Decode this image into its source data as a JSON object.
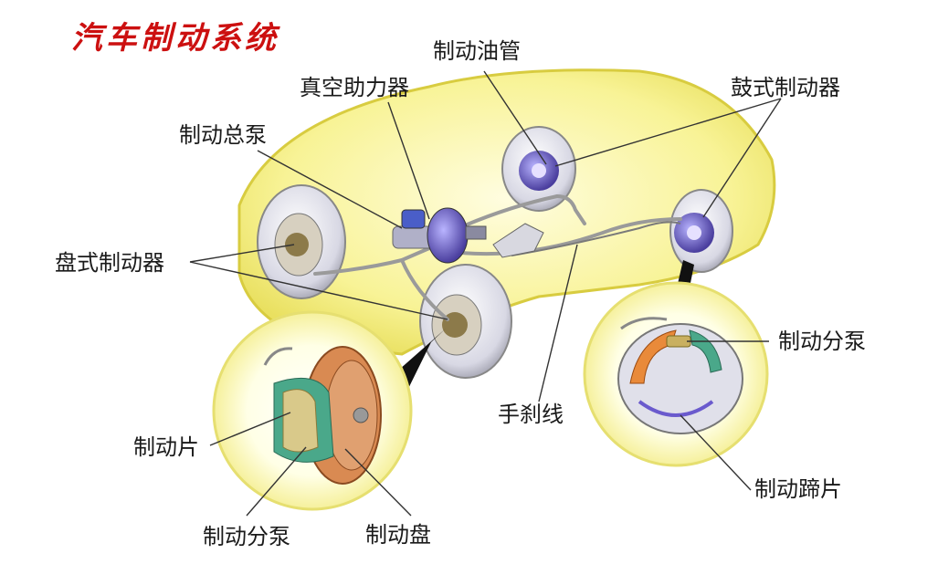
{
  "title": "汽车制动系统",
  "labels": {
    "brake_pipe": "制动油管",
    "vacuum_booster": "真空助力器",
    "drum_brake": "鼓式制动器",
    "master_cylinder": "制动总泵",
    "disc_brake": "盘式制动器",
    "wheel_cylinder_drum": "制动分泵",
    "brake_pad": "制动片",
    "handbrake_cable": "手刹线",
    "brake_shoe": "制动蹄片",
    "wheel_cylinder_disc": "制动分泵",
    "brake_disc": "制动盘"
  },
  "colors": {
    "title": "#cc1010",
    "car_body": "#f6f08a",
    "car_outline": "#d8cc40",
    "tire": "#e8e8f0",
    "hub": "#6a5acd",
    "pipe": "#9a9a9a",
    "disc_orange": "#e98a3a",
    "pad_green": "#4aa88a"
  }
}
